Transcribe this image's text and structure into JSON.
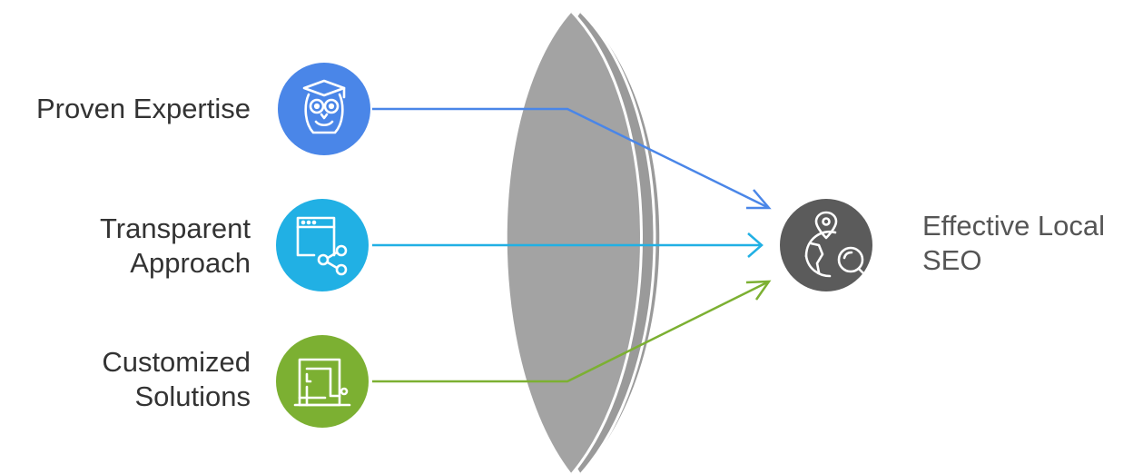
{
  "inputs": [
    {
      "id": "expertise",
      "lines": [
        "Proven Expertise"
      ],
      "icon": "owl-graduate-icon",
      "color": "#4a86e8"
    },
    {
      "id": "transparent",
      "lines": [
        "Transparent",
        "Approach"
      ],
      "icon": "browser-share-icon",
      "color": "#21b0e4"
    },
    {
      "id": "custom",
      "lines": [
        "Customized",
        "Solutions"
      ],
      "icon": "sewing-machine-icon",
      "color": "#7cb032"
    }
  ],
  "lens": {
    "icon": "lens-disc",
    "color": "#9e9e9e"
  },
  "outcome": {
    "lines": [
      "Effective Local",
      "SEO"
    ],
    "icon": "globe-search-icon",
    "color": "#5b5b5b"
  }
}
